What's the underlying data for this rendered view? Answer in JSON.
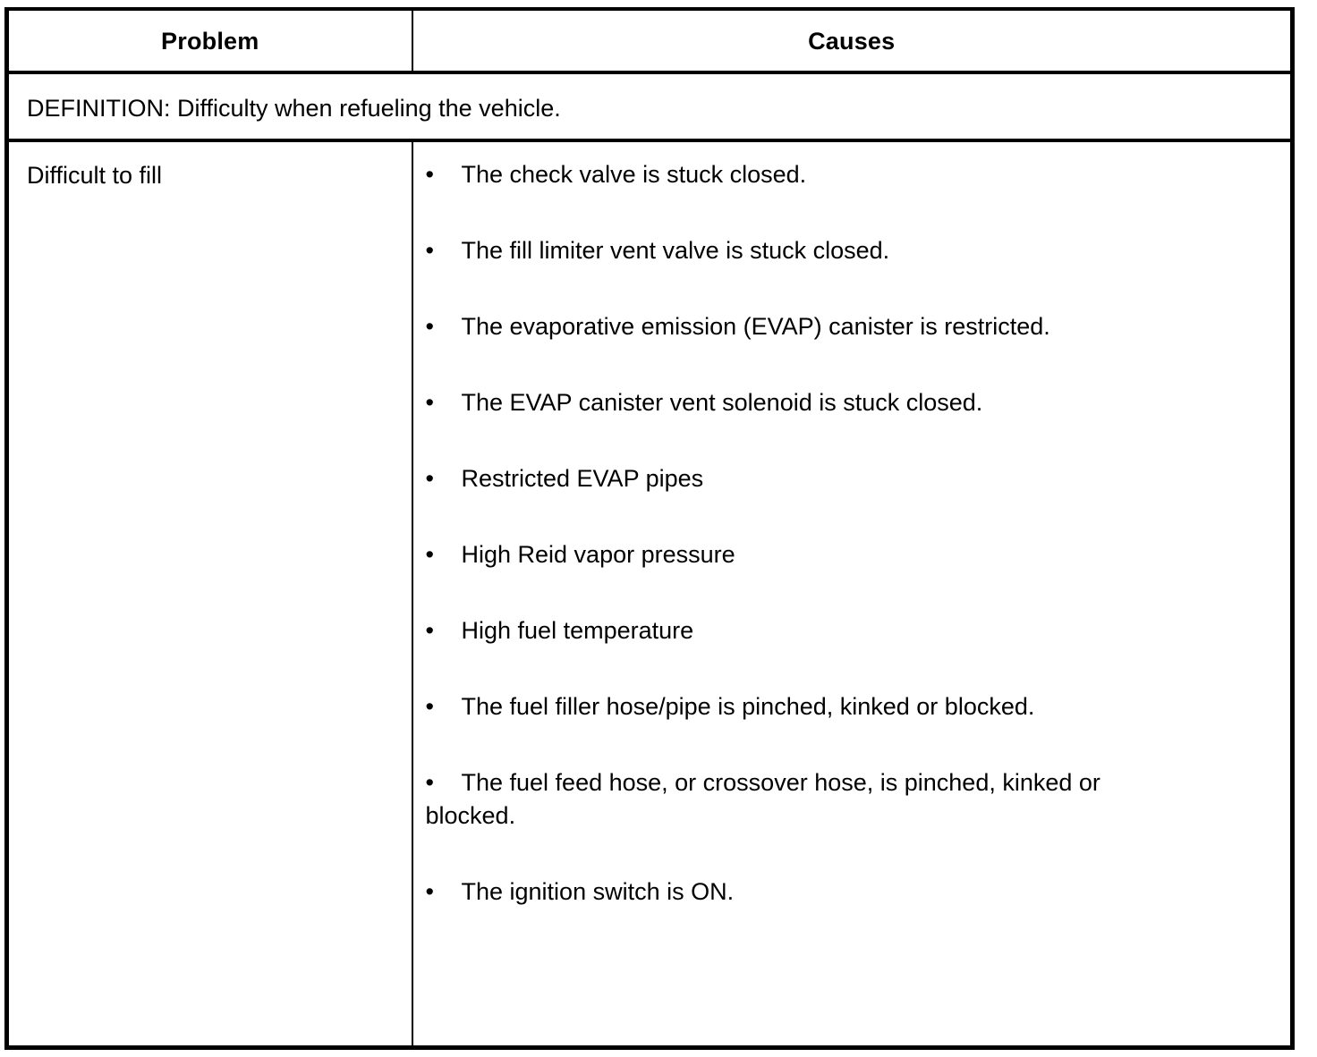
{
  "table": {
    "columns": [
      {
        "id": "problem",
        "label": "Problem"
      },
      {
        "id": "causes",
        "label": "Causes"
      }
    ],
    "definition_row": {
      "text": "DEFINITION: Difficulty when refueling the vehicle."
    },
    "rows": [
      {
        "problem": "Difficult to fill",
        "bullet_glyph": "•",
        "causes": [
          "The check valve is stuck closed.",
          "The fill limiter vent valve is stuck closed.",
          "The evaporative emission (EVAP) canister is restricted.",
          "The EVAP canister vent solenoid is stuck closed.",
          "Restricted EVAP pipes",
          "High Reid vapor pressure",
          "High fuel temperature",
          "The fuel filler hose/pipe is pinched, kinked or blocked.",
          "The fuel feed hose, or crossover hose, is pinched, kinked or blocked.",
          "The ignition switch is ON."
        ]
      }
    ]
  },
  "colors": {
    "border": "#000000",
    "text": "#000000",
    "background": "#ffffff"
  }
}
